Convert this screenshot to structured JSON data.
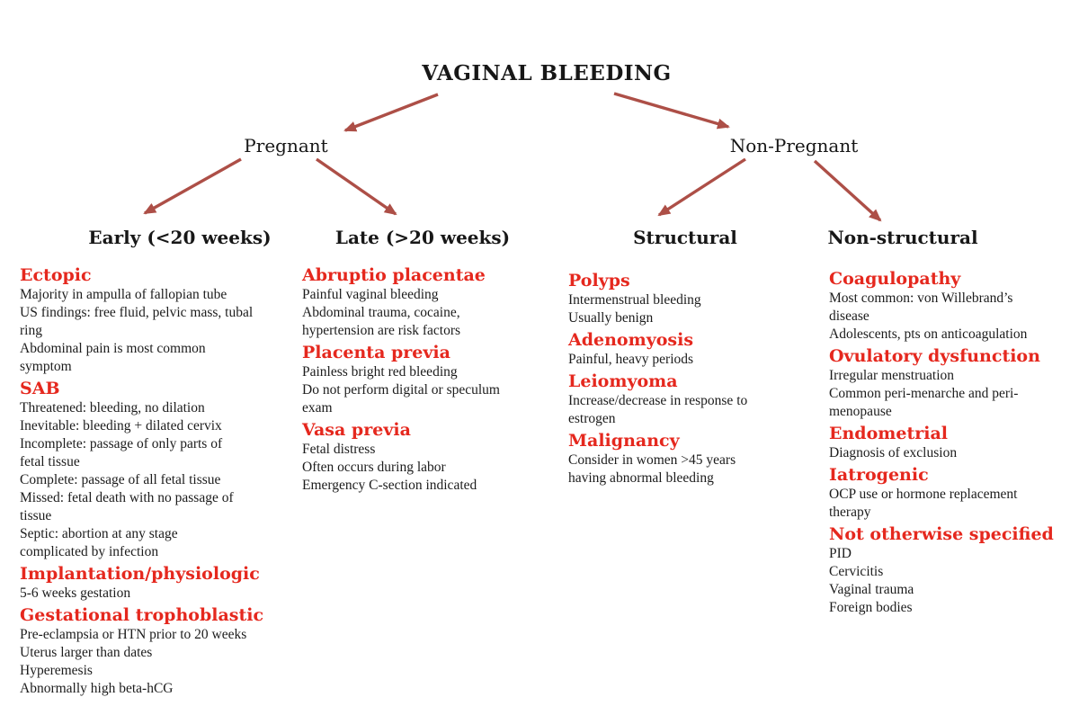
{
  "title": "VAGINAL BLEEDING",
  "colors": {
    "heading_red": "#e5281e",
    "arrow_brick": "#ad4f47",
    "text_black": "#1c1c1c",
    "background": "#ffffff"
  },
  "tree": {
    "level1": [
      {
        "label": "Pregnant"
      },
      {
        "label": "Non-Pregnant"
      }
    ],
    "level2": [
      {
        "label": "Early (<20 weeks)"
      },
      {
        "label": "Late (>20 weeks)"
      },
      {
        "label": "Structural"
      },
      {
        "label": "Non-structural"
      }
    ]
  },
  "columns": [
    {
      "header": "Early (<20 weeks)",
      "sections": [
        {
          "heading": "Ectopic",
          "lines": [
            "Majority in ampulla of fallopian tube",
            "US findings: free fluid, pelvic mass, tubal",
            "ring",
            "Abdominal pain is most common",
            "symptom"
          ]
        },
        {
          "heading": "SAB",
          "lines": [
            "Threatened: bleeding, no dilation",
            "Inevitable: bleeding + dilated cervix",
            "Incomplete: passage of only parts of",
            "fetal tissue",
            "Complete: passage of all fetal tissue",
            "Missed: fetal death with no passage of",
            "tissue",
            "Septic: abortion at any stage",
            "complicated by infection"
          ]
        },
        {
          "heading": "Implantation/physiologic",
          "lines": [
            "5-6 weeks gestation"
          ]
        },
        {
          "heading": "Gestational trophoblastic",
          "lines": [
            "Pre-eclampsia or HTN prior to 20 weeks",
            "Uterus larger than dates",
            "Hyperemesis",
            "Abnormally high beta-hCG"
          ]
        }
      ]
    },
    {
      "header": "Late (>20 weeks)",
      "sections": [
        {
          "heading": "Abruptio placentae",
          "lines": [
            "Painful vaginal bleeding",
            "Abdominal trauma, cocaine,",
            "hypertension are risk factors"
          ]
        },
        {
          "heading": "Placenta previa",
          "lines": [
            "Painless bright red bleeding",
            "Do not perform digital or speculum",
            "exam"
          ]
        },
        {
          "heading": "Vasa previa",
          "lines": [
            "Fetal distress",
            "Often occurs during labor",
            "Emergency C-section indicated"
          ]
        }
      ]
    },
    {
      "header": "Structural",
      "sections": [
        {
          "heading": "Polyps",
          "lines": [
            "Intermenstrual bleeding",
            "Usually benign"
          ]
        },
        {
          "heading": "Adenomyosis",
          "lines": [
            "Painful, heavy periods"
          ]
        },
        {
          "heading": "Leiomyoma",
          "lines": [
            "Increase/decrease in response to",
            "estrogen"
          ]
        },
        {
          "heading": "Malignancy",
          "lines": [
            "Consider in women >45 years",
            "having abnormal bleeding"
          ]
        }
      ]
    },
    {
      "header": "Non-structural",
      "sections": [
        {
          "heading": "Coagulopathy",
          "lines": [
            "Most common: von Willebrand’s",
            "disease",
            "Adolescents, pts on anticoagulation"
          ]
        },
        {
          "heading": "Ovulatory dysfunction",
          "lines": [
            "Irregular menstruation",
            "Common peri-menarche and peri-",
            "menopause"
          ]
        },
        {
          "heading": "Endometrial",
          "lines": [
            "Diagnosis of exclusion"
          ]
        },
        {
          "heading": "Iatrogenic",
          "lines": [
            "OCP use or hormone replacement",
            "therapy"
          ]
        },
        {
          "heading": "Not otherwise specified",
          "lines": [
            "PID",
            "Cervicitis",
            "Vaginal trauma",
            "Foreign bodies"
          ]
        }
      ]
    }
  ]
}
